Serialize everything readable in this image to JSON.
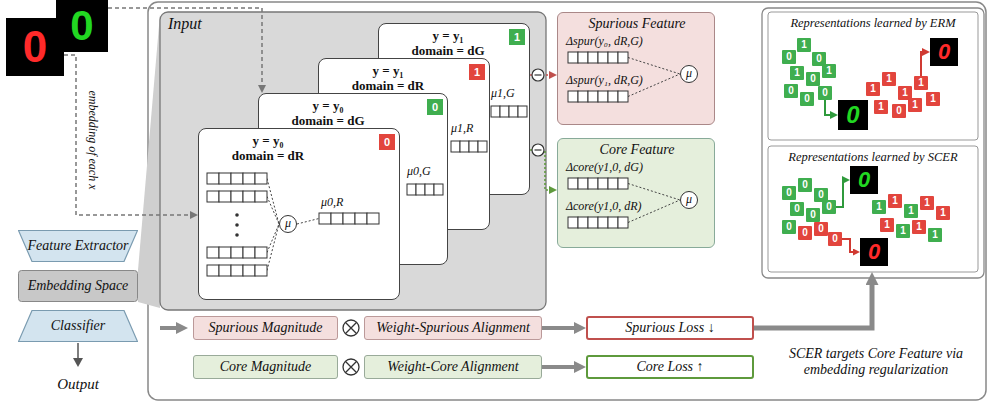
{
  "diagram": {
    "nodes": [
      {
        "text": [
          "0"
        ]
      },
      {
        "text": [
          "0"
        ]
      },
      {
        "text": [
          "Feature Extractor"
        ]
      },
      {
        "text": [
          "Embedding Space"
        ]
      },
      {
        "text": [
          "Classifier"
        ]
      },
      {
        "text": [
          "Input"
        ]
      },
      {
        "text": [
          "y = y₁",
          "domain = dG",
          "μ1,G"
        ],
        "in": 5
      },
      {
        "text": [
          "1"
        ],
        "in": 6
      },
      {
        "text": [
          "y = y₁",
          "domain = dR",
          "μ1,R"
        ],
        "in": 5
      },
      {
        "text": [
          "1"
        ],
        "in": 8
      },
      {
        "text": [
          "y = y₀",
          "domain = dG",
          "μ0,G"
        ],
        "in": 5
      },
      {
        "text": [
          "0"
        ],
        "in": 10
      },
      {
        "text": [
          "y = y₀",
          "domain = dR",
          "μ0,R"
        ],
        "in": 5
      },
      {
        "text": [
          "0"
        ],
        "in": 12
      },
      {
        "text": [
          "μ"
        ],
        "in": 12
      },
      {
        "text": [
          "Spurious Feature",
          "Δspur(y₀, dR,G)",
          "Δspur(y₁, dR,G)"
        ]
      },
      {
        "text": [
          "μ"
        ],
        "in": 15
      },
      {
        "text": [
          "Core Feature",
          "Δcore(y1,0, dG)",
          "Δcore(y1,0, dR)"
        ]
      },
      {
        "text": [
          "μ"
        ],
        "in": 17
      },
      {
        "text": [
          "Spurious Magnitude"
        ]
      },
      {
        "text": [
          "Weight-Spurious Alignment"
        ]
      },
      {
        "text": [
          "Spurious Loss ↓"
        ]
      },
      {
        "text": [
          "Core Magnitude"
        ]
      },
      {
        "text": [
          "Weight-Core Alignment"
        ]
      },
      {
        "text": [
          "Core Loss ↑"
        ]
      },
      {
        "text": [
          "Representations learned by ERM"
        ]
      },
      {
        "text": [
          "Representations learned by SCER"
        ]
      },
      {
        "text": [
          "0"
        ],
        "in": 25
      },
      {
        "text": [
          "1"
        ],
        "in": 25
      },
      {
        "text": [
          "0"
        ],
        "in": 25
      },
      {
        "text": [
          "1"
        ],
        "in": 25
      },
      {
        "text": [
          "0"
        ],
        "in": 25
      },
      {
        "text": [
          "1"
        ],
        "in": 25
      },
      {
        "text": [
          "0"
        ],
        "in": 25
      },
      {
        "text": [
          "0"
        ],
        "in": 25
      },
      {
        "text": [
          "0"
        ],
        "in": 25
      },
      {
        "text": [
          "1"
        ],
        "in": 25
      },
      {
        "text": [
          "1"
        ],
        "in": 25
      },
      {
        "text": [
          "1"
        ],
        "in": 25
      },
      {
        "text": [
          "1"
        ],
        "in": 25
      },
      {
        "text": [
          "1"
        ],
        "in": 25
      },
      {
        "text": [
          "0"
        ],
        "in": 25
      },
      {
        "text": [
          "1"
        ],
        "in": 25
      },
      {
        "text": [
          "1"
        ],
        "in": 25
      },
      {
        "text": [
          "0"
        ],
        "in": 25
      },
      {
        "text": [
          "0"
        ],
        "in": 25
      },
      {
        "text": [
          "0"
        ],
        "in": 26
      },
      {
        "text": [
          "0"
        ],
        "in": 26
      },
      {
        "text": [
          "0"
        ],
        "in": 26
      },
      {
        "text": [
          "0"
        ],
        "in": 26
      },
      {
        "text": [
          "0"
        ],
        "in": 26
      },
      {
        "text": [
          "0"
        ],
        "in": 26
      },
      {
        "text": [
          "0"
        ],
        "in": 26
      },
      {
        "text": [
          "0"
        ],
        "in": 26
      },
      {
        "text": [
          "0"
        ],
        "in": 26
      },
      {
        "text": [
          "0"
        ],
        "in": 26
      },
      {
        "text": [
          "1"
        ],
        "in": 26
      },
      {
        "text": [
          "1"
        ],
        "in": 26
      },
      {
        "text": [
          "1"
        ],
        "in": 26
      },
      {
        "text": [
          "1"
        ],
        "in": 26
      },
      {
        "text": [
          "1"
        ],
        "in": 26
      },
      {
        "text": [
          "1"
        ],
        "in": 26
      },
      {
        "text": [
          "1"
        ],
        "in": 26
      },
      {
        "text": [
          "1"
        ],
        "in": 26
      },
      {
        "text": [
          "1"
        ],
        "in": 26
      },
      {
        "text": [
          "0"
        ],
        "in": 26
      },
      {
        "text": [
          "0"
        ],
        "in": 26
      }
    ],
    "edges": [
      {
        "from": 0,
        "to": 10,
        "arrow": "to"
      },
      {
        "from": 1,
        "to": 12,
        "arrow": "to"
      },
      {
        "from": 6,
        "to": 15,
        "arrow": "to"
      },
      {
        "from": 6,
        "to": 17,
        "arrow": "to"
      },
      {
        "from": 20,
        "to": 21,
        "arrow": "to"
      },
      {
        "from": 23,
        "to": 24,
        "arrow": "to"
      },
      {
        "from": 21,
        "to": 26,
        "arrow": "to"
      },
      {
        "from": 35,
        "to": 45,
        "arrow": "to"
      },
      {
        "from": 39,
        "to": 44,
        "arrow": "to"
      },
      {
        "from": 51,
        "to": 65,
        "arrow": "to"
      },
      {
        "from": 55,
        "to": 66,
        "arrow": "to"
      }
    ],
    "labels": [
      "embedding of each x",
      "Output",
      "SCER targets Core Feature via embedding regularization"
    ]
  }
}
